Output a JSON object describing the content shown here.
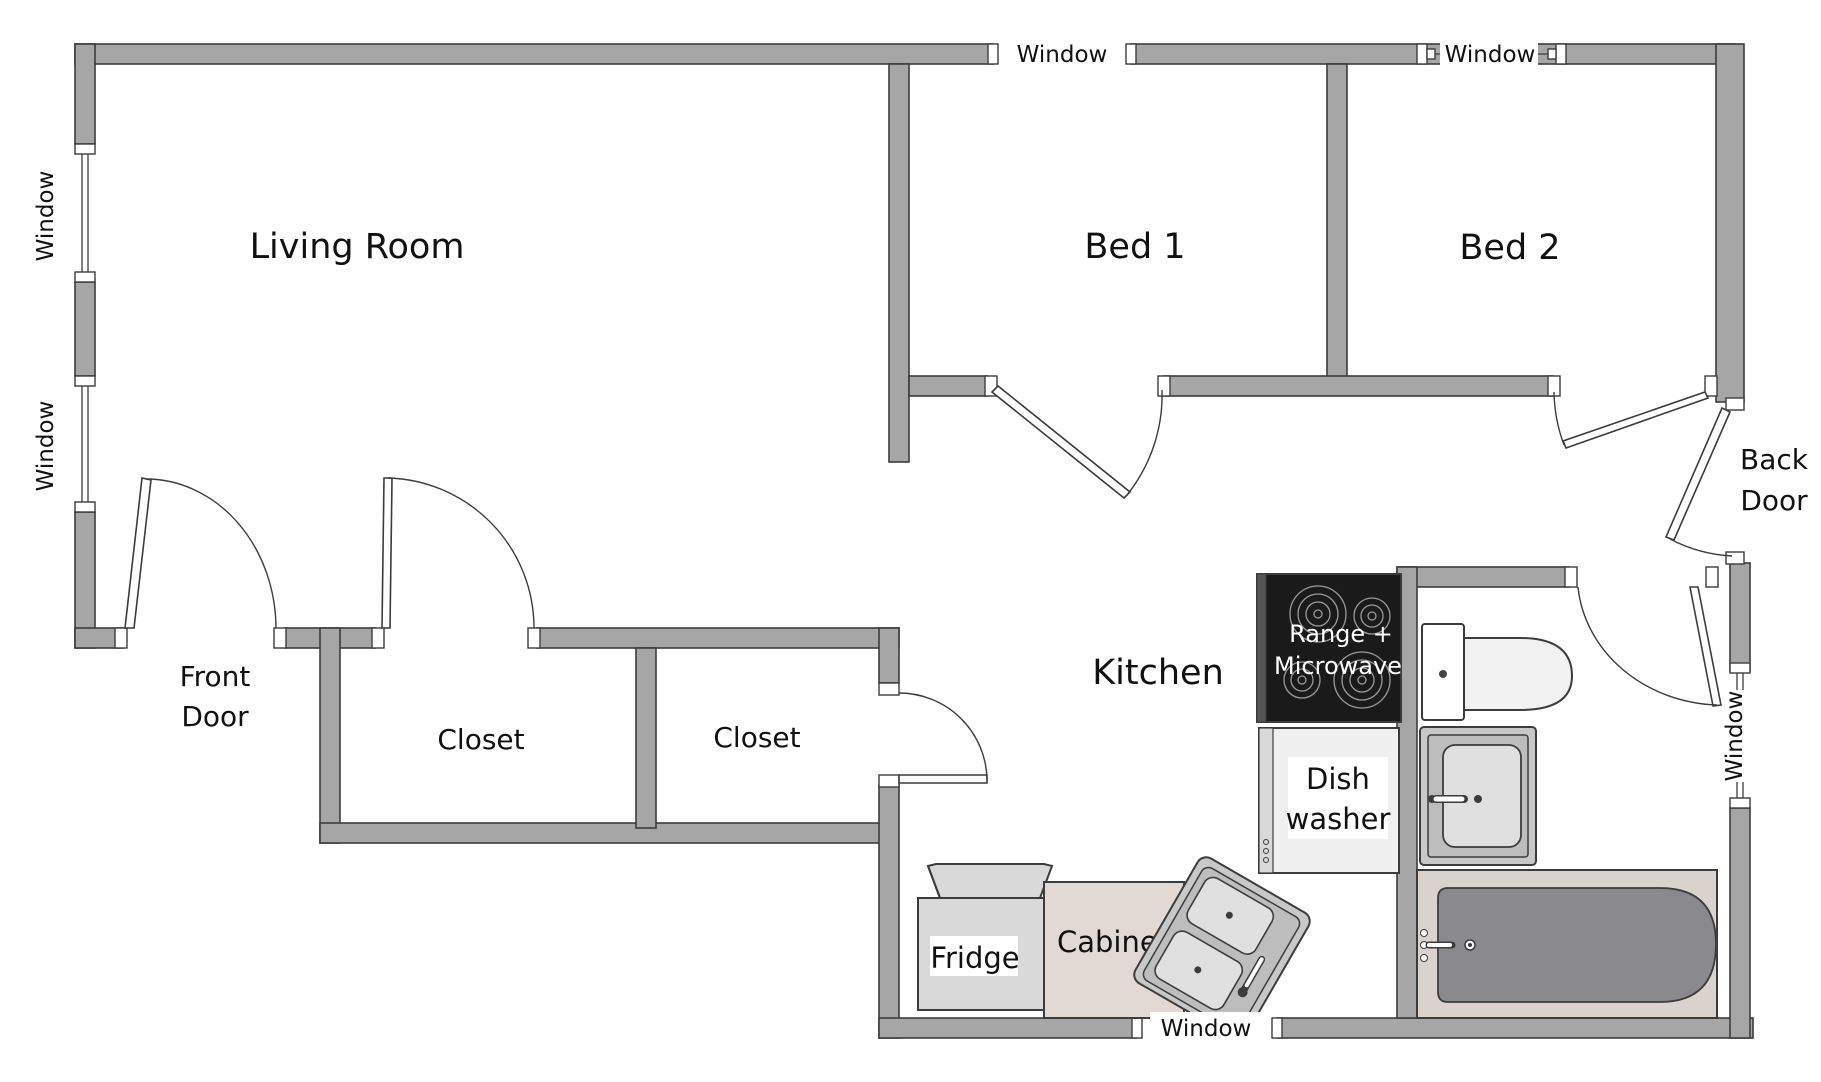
{
  "plan": {
    "rooms": {
      "living_room": "Living Room",
      "bed_1": "Bed 1",
      "bed_2": "Bed 2",
      "kitchen": "Kitchen",
      "closet_1": "Closet",
      "closet_2": "Closet"
    },
    "doors": {
      "front_door": [
        "Front",
        "Door"
      ],
      "back_door": [
        "Back",
        "Door"
      ]
    },
    "windows": {
      "top_left": "Window",
      "top_right": "Window",
      "left_upper": "Window",
      "left_lower": "Window",
      "right": "Window",
      "bottom": "Window"
    },
    "fixtures": {
      "range": [
        "Range +",
        "Microwave"
      ],
      "dishwasher": [
        "Dish",
        "washer"
      ],
      "fridge": "Fridge",
      "cabinet": "Cabinet"
    },
    "colors": {
      "wall_fill": "#a6a6a6",
      "wall_stroke": "#3c3c3c",
      "range_top": "#1a1a1a",
      "cabinet": "#e2d9d4",
      "bathtub": "#8a8a8e",
      "fixture_light": "#d9d9d9"
    }
  }
}
